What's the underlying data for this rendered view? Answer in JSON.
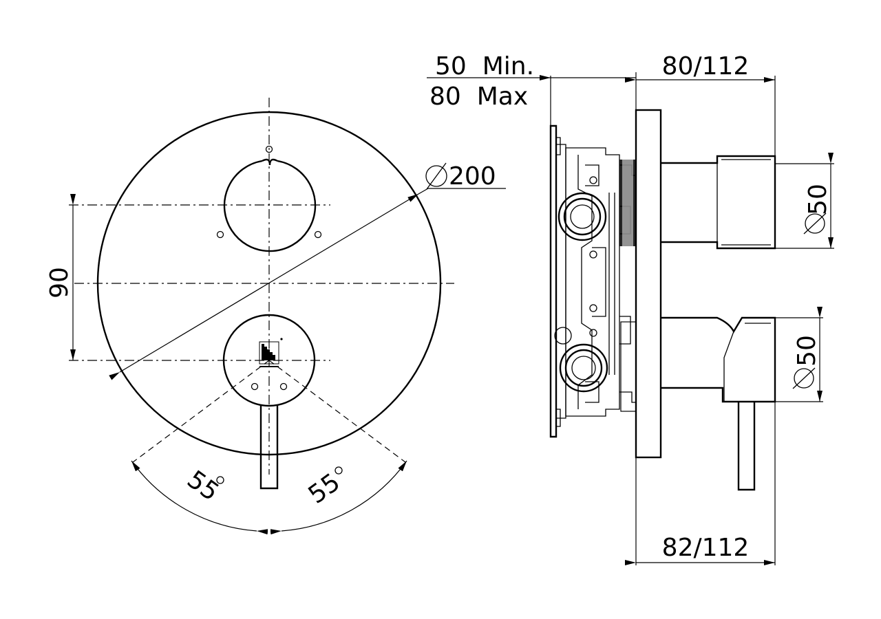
{
  "front_view": {
    "diameter_symbol": "⌀",
    "diameter_value": "200",
    "spacing_value": "90",
    "angle_left": "55",
    "angle_right": "55",
    "degree_symbol": "o"
  },
  "side_view": {
    "wall_depth_min": "50  Min.",
    "wall_depth_max": "80  Max",
    "depth_top": "80/112",
    "depth_bottom": "82/112",
    "knob_top_diameter": "50",
    "knob_bottom_diameter": "50",
    "diameter_symbol": "⌀"
  }
}
